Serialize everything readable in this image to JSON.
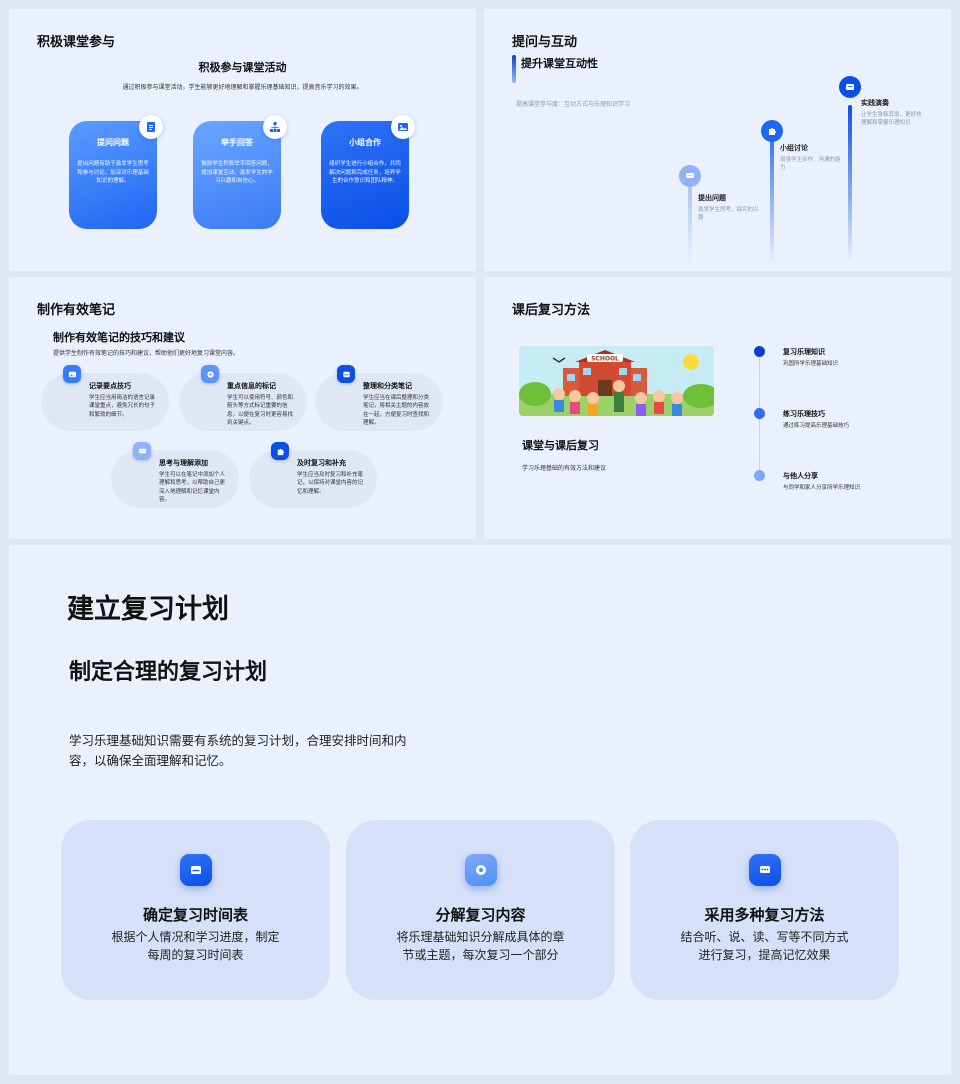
{
  "slide1": {
    "title": "积极课堂参与",
    "subtitle": "积极参与课堂活动",
    "desc": "通过积极参与课堂活动，学生能够更好地理解和掌握乐理基础知识，提高音乐学习的效果。",
    "cards": [
      {
        "title": "提问问题",
        "desc": "提出问题有助于激发学生思考和参与讨论，加深对乐理基础知识的理解。",
        "icon": "document-icon"
      },
      {
        "title": "举手回答",
        "desc": "鼓励学生积极举手回答问题，增加课堂互动，激发学生的学习兴趣和自信心。",
        "icon": "org-chart-icon"
      },
      {
        "title": "小组合作",
        "desc": "组织学生进行小组合作，共同解决问题和完成任务，培养学生的合作意识和团队精神。",
        "icon": "image-icon"
      }
    ]
  },
  "slide2": {
    "title": "提问与互动",
    "subtitle": "提升课堂互动性",
    "desc": "提高课堂参与度：互动方式与乐理知识学习",
    "pins": [
      {
        "title": "提出问题",
        "desc": "激发学生思考、探究的兴趣",
        "icon": "chat-icon"
      },
      {
        "title": "小组讨论",
        "desc": "增强学生合作、沟通的能力",
        "icon": "puzzle-icon"
      },
      {
        "title": "实践演奏",
        "desc": "让学生身临其境，更好地理解和掌握乐理知识",
        "icon": "message-icon"
      }
    ]
  },
  "slide3": {
    "title": "制作有效笔记",
    "subtitle": "制作有效笔记的技巧和建议",
    "desc": "提供学生制作有效笔记的技巧和建议，帮助他们更好地复习课堂内容。",
    "items": [
      {
        "title": "记录要点技巧",
        "desc": "学生应当用简洁的语言记录课堂重点，避免冗长的句子和繁琐的细节。",
        "icon": "image-icon"
      },
      {
        "title": "重点信息的标记",
        "desc": "学生可以使用符号、颜色和箭头等方式标记重要的信息，以便在复习时更容易找到关键点。",
        "icon": "location-icon"
      },
      {
        "title": "整理和分类笔记",
        "desc": "学生应当在课后整理和分类笔记，将相关主题的内容放在一起，方便复习时查找和理解。",
        "icon": "inbox-icon"
      },
      {
        "title": "思考与理解添加",
        "desc": "学生可以在笔记中添加个人理解和思考，以帮助自己更深入地理解和记忆课堂内容。",
        "icon": "chat-icon"
      },
      {
        "title": "及时复习和补充",
        "desc": "学生应当及时复习和补充笔记，以保持对课堂内容的记忆和理解。",
        "icon": "puzzle-icon"
      }
    ]
  },
  "slide4": {
    "title": "课后复习方法",
    "subtitle": "课堂与课后复习",
    "desc": "学习乐理基础的有效方法和建议",
    "image_label": "SCHOOL",
    "timeline": [
      {
        "title": "复习乐理知识",
        "desc": "巩固所学乐理基础知识"
      },
      {
        "title": "练习乐理技巧",
        "desc": "通过练习提高乐理基础技巧"
      },
      {
        "title": "与他人分享",
        "desc": "与同学和家人分享所学乐理知识"
      }
    ]
  },
  "slide5": {
    "title": "建立复习计划",
    "subtitle": "制定合理的复习计划",
    "desc": "学习乐理基础知识需要有系统的复习计划，合理安排时间和内容，以确保全面理解和记忆。",
    "cards": [
      {
        "title": "确定复习时间表",
        "desc": "根据个人情况和学习进度，制定每周的复习时间表",
        "icon": "inbox-icon"
      },
      {
        "title": "分解复习内容",
        "desc": "将乐理基础知识分解成具体的章节或主题，每次复习一个部分",
        "icon": "location-icon"
      },
      {
        "title": "采用多种复习方法",
        "desc": "结合听、说、读、写等不同方式进行复习，提高记忆效果",
        "icon": "message-icon"
      }
    ]
  },
  "colors": {
    "accent": "#0a4fe8",
    "light_accent": "#4f8ff7",
    "card_bg": "#d6e1f9"
  }
}
